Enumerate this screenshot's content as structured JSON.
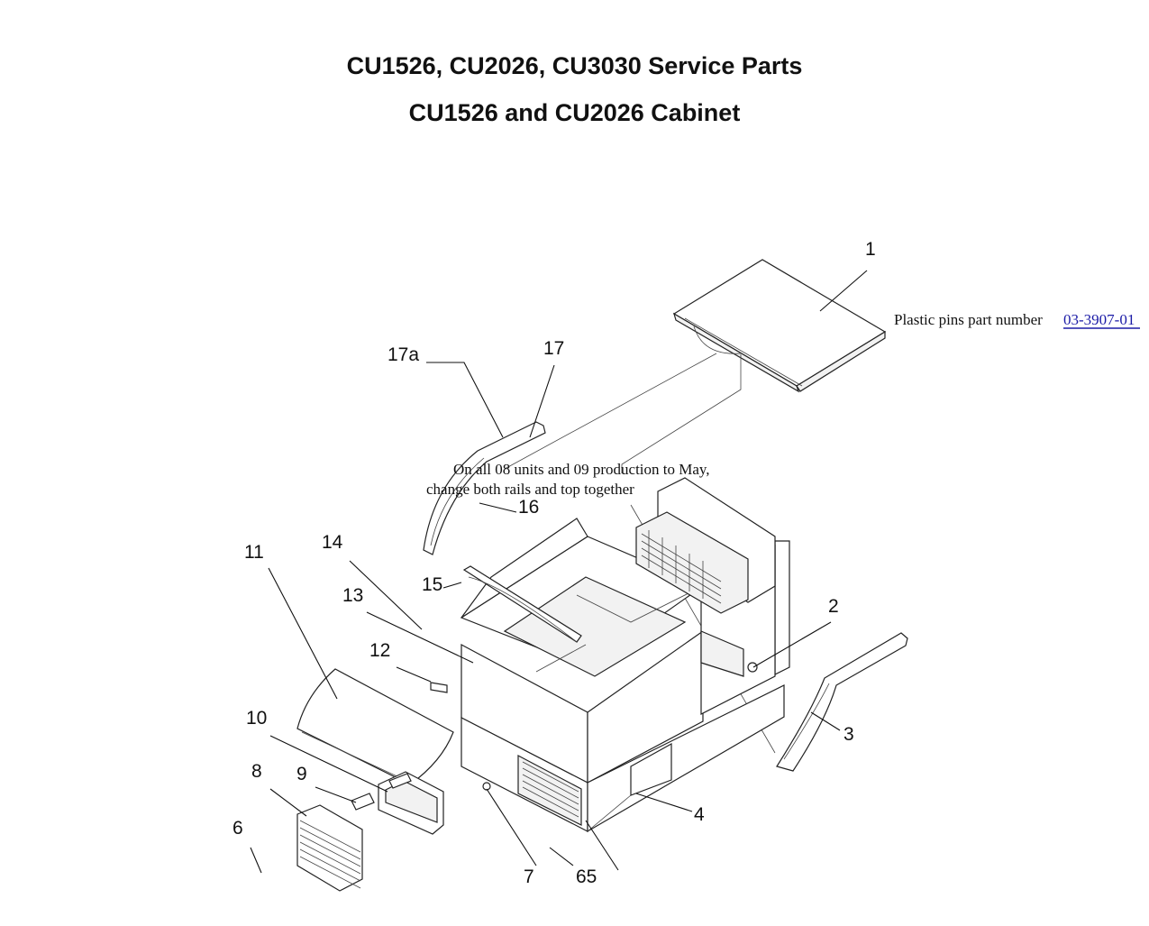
{
  "header": {
    "title": "CU1526, CU2026, CU3030 Service Parts",
    "subtitle": "CU1526 and CU2026 Cabinet"
  },
  "note_pins": {
    "text": "Plastic pins part number ",
    "link_text": "03-3907-01"
  },
  "note_rails": {
    "line1": "On all 08 units and 09 production to May,",
    "line2": "change both rails and top together"
  },
  "callouts": {
    "c1": "1",
    "c2": "2",
    "c3": "3",
    "c4": "4",
    "c6": "6",
    "c7": "7",
    "c8": "8",
    "c9": "9",
    "c10": "10",
    "c11": "11",
    "c12": "12",
    "c13": "13",
    "c14": "14",
    "c15": "15",
    "c16": "16",
    "c17": "17",
    "c17a": "17a",
    "c65": "65"
  },
  "colors": {
    "link": "#1a1aa6",
    "line": "#222222"
  }
}
